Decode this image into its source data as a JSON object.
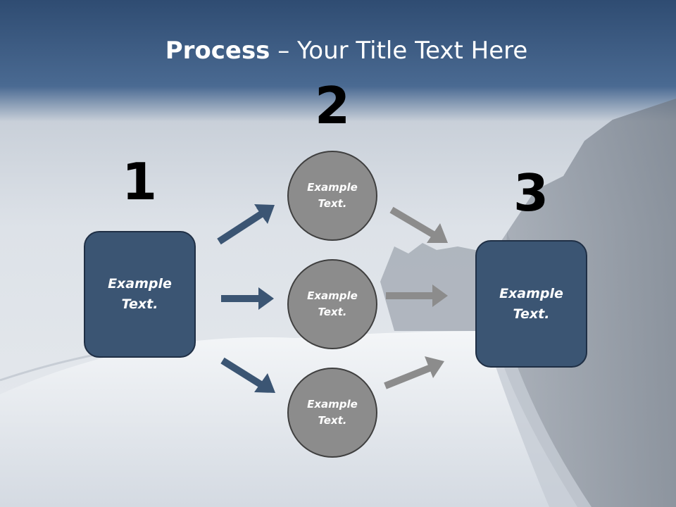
{
  "title": {
    "bold": "Process",
    "rest": " – Your Title Text Here"
  },
  "steps": [
    {
      "number": "1",
      "label": "Example Text."
    },
    {
      "number": "2",
      "label": "Example Text."
    },
    {
      "number": "3",
      "label": "Example Text."
    }
  ],
  "circles": [
    {
      "label": "Example Text."
    },
    {
      "label": "Example Text."
    },
    {
      "label": "Example Text."
    }
  ],
  "colors": {
    "header": "#3e5f86",
    "box_fill": "#3b5573",
    "circle_fill": "#8c8c8c",
    "blue_arrow": "#3b5573",
    "gray_arrow": "#8c8c8c"
  }
}
